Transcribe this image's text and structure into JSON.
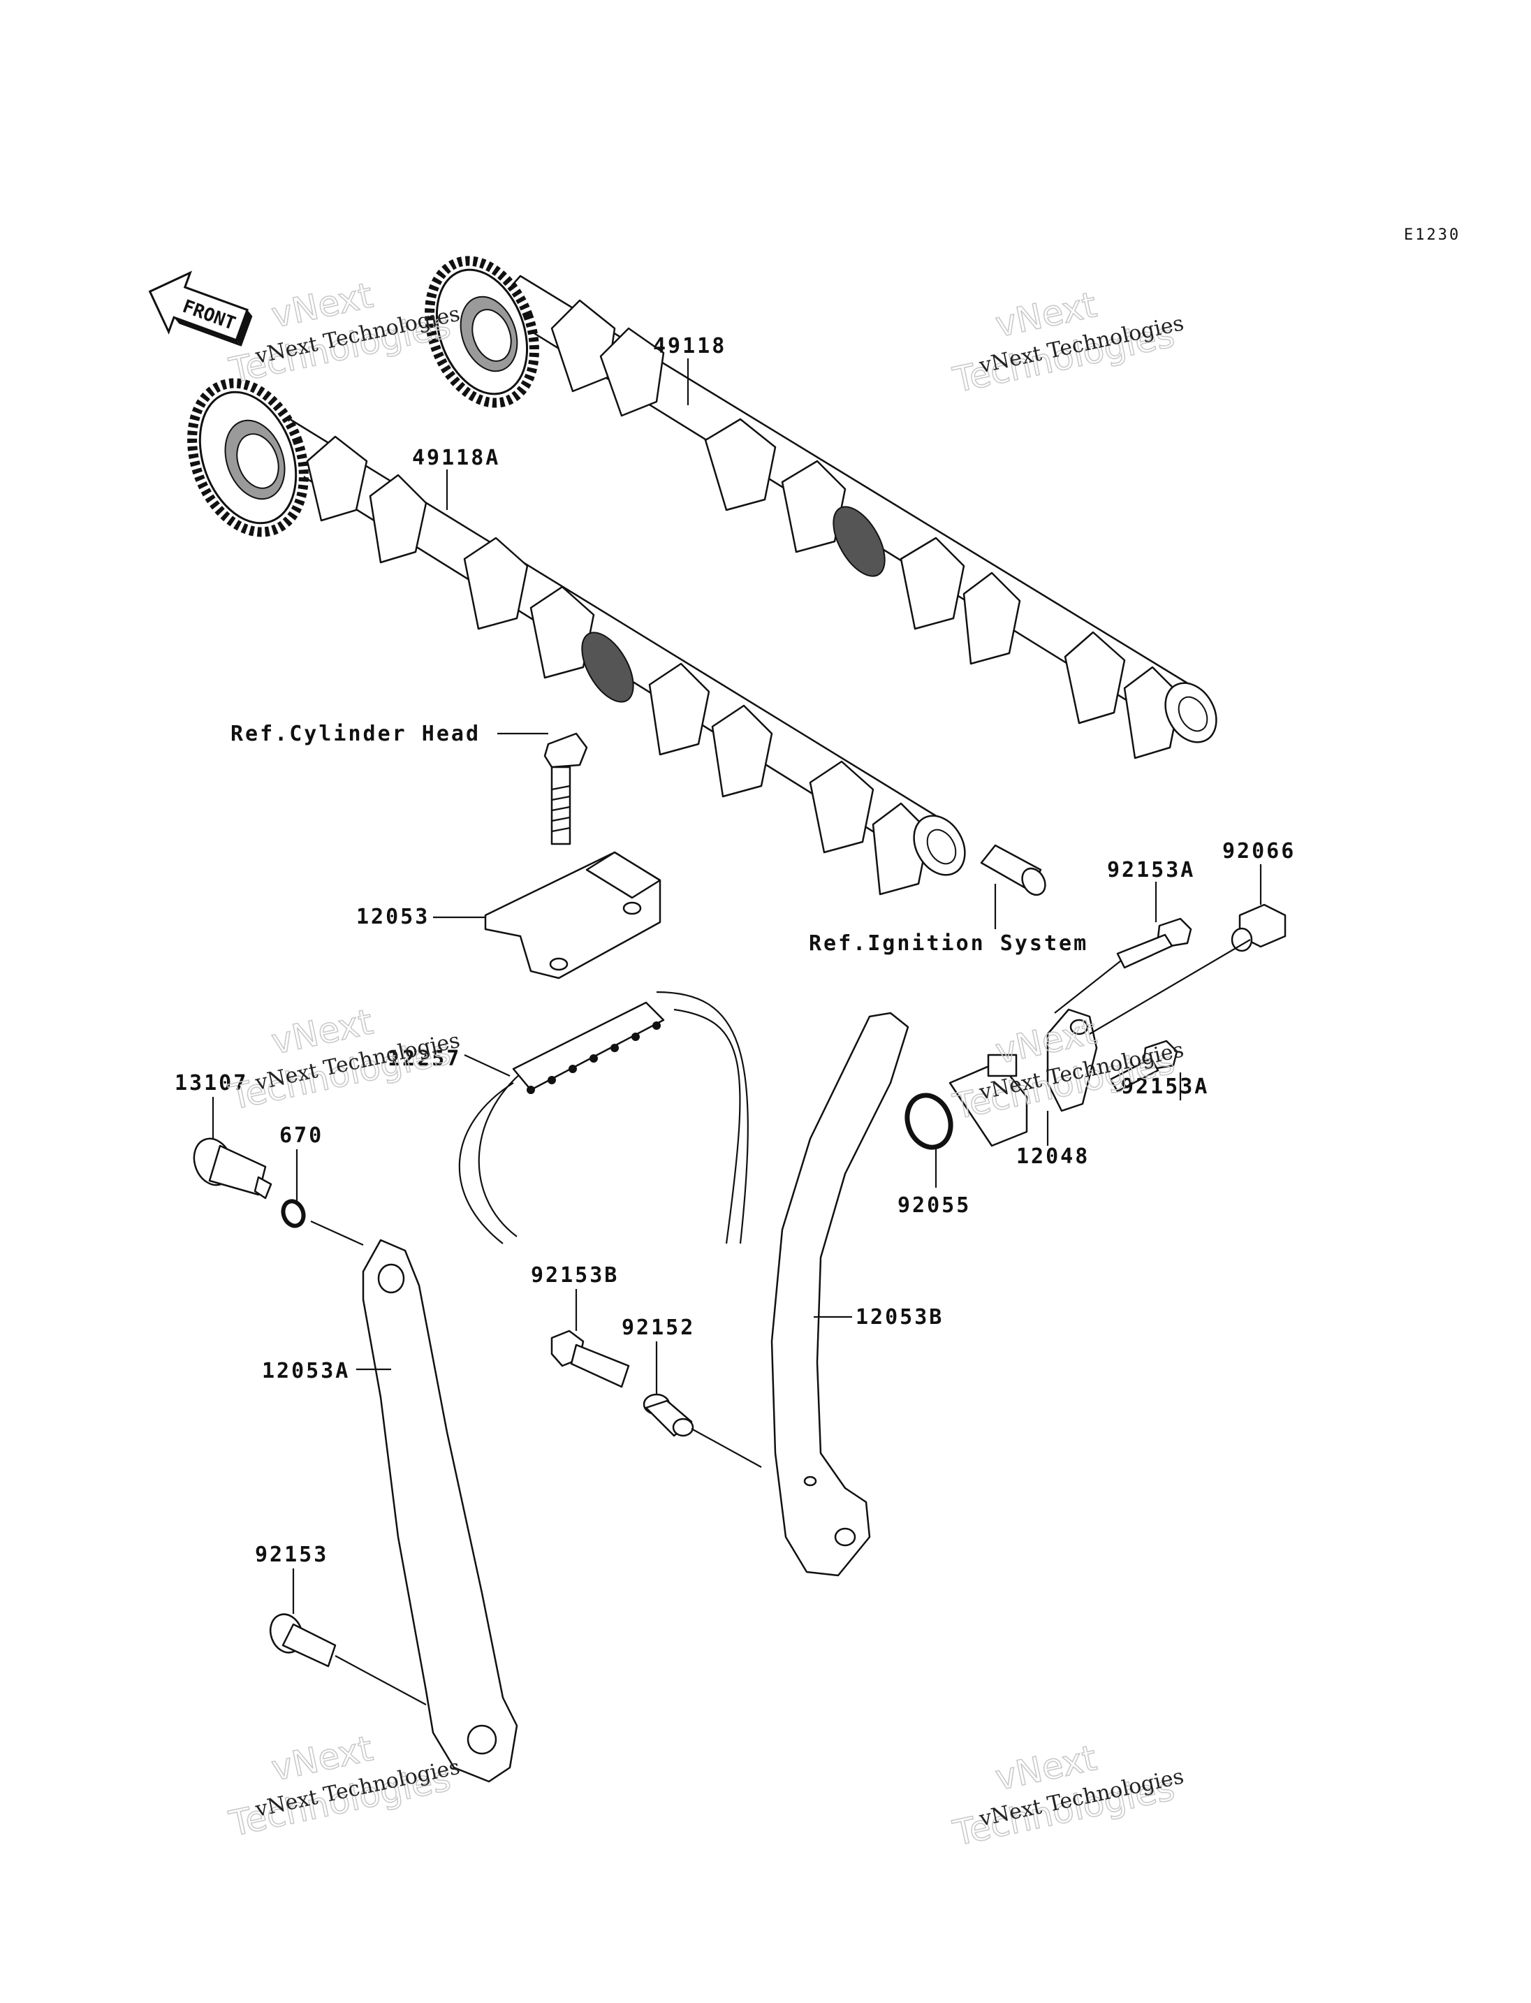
{
  "diagram_code": "E1230",
  "front_label": "FRONT",
  "labels": {
    "p49118": "49118",
    "p49118A": "49118A",
    "ref_cyl_head": "Ref.Cylinder Head",
    "p12053": "12053",
    "ref_ignition": "Ref.Ignition System",
    "p92153A_top": "92153A",
    "p92066": "92066",
    "p12257": "12257",
    "p92153A_bottom": "92153A",
    "p13107": "13107",
    "p670": "670",
    "p12048": "12048",
    "p92055": "92055",
    "p92153B": "92153B",
    "p92152": "92152",
    "p12053B": "12053B",
    "p12053A": "12053A",
    "p92153": "92153"
  },
  "watermark": {
    "line1": "vNext Technologies",
    "line2a": "vNext",
    "line2b": "Technologies"
  }
}
